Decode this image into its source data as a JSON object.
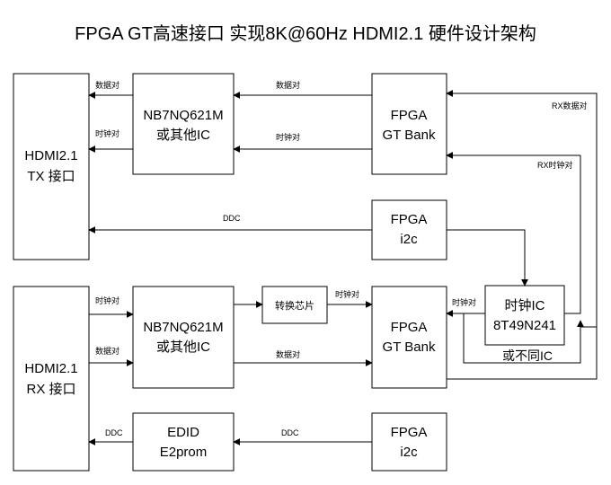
{
  "title": "FPGA GT高速接口 实现8K@60Hz HDMI2.1 硬件设计架构",
  "tx_section": {
    "hdmi_port": {
      "line1": "HDMI2.1",
      "line2": "TX 接口"
    },
    "redriver": {
      "line1": "NB7NQ621M",
      "line2": "或其他IC"
    },
    "gt_bank": {
      "line1": "FPGA",
      "line2": "GT Bank"
    },
    "i2c": {
      "line1": "FPGA",
      "line2": "i2c"
    },
    "labels": {
      "data_out": "数据对",
      "clock_out": "时钟对",
      "data_in": "数据对",
      "clock_in": "时钟对",
      "ddc": "DDC",
      "rx_data_loop": "RX数据对",
      "rx_clock_loop": "RX时钟对"
    }
  },
  "rx_section": {
    "hdmi_port": {
      "line1": "HDMI2.1",
      "line2": "RX 接口"
    },
    "redriver": {
      "line1": "NB7NQ621M",
      "line2": "或其他IC"
    },
    "converter": {
      "line1": "转换芯片"
    },
    "gt_bank": {
      "line1": "FPGA",
      "line2": "GT Bank"
    },
    "clock_ic": {
      "line1": "时钟IC",
      "line2": "8T49N241"
    },
    "clock_ic_alt": "或不同IC",
    "edid": {
      "line1": "EDID",
      "line2": "E2prom"
    },
    "i2c": {
      "line1": "FPGA",
      "line2": "i2c"
    },
    "labels": {
      "clock_in": "时钟对",
      "data_in": "数据对",
      "converter_out": "时钟对",
      "data_mid": "数据对",
      "clock_to_gt": "时钟对",
      "ddc_i2c": "DDC",
      "ddc_edid": "DDC"
    }
  }
}
